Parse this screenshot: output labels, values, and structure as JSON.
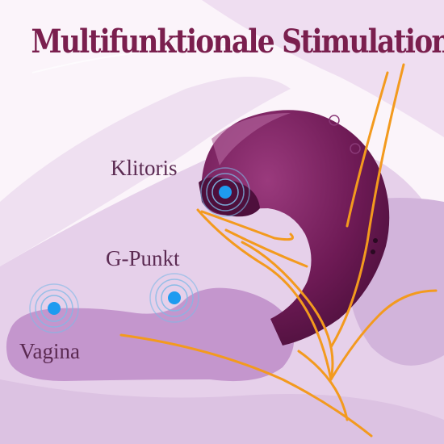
{
  "title": "Multifunktionale Stimulation",
  "labels": {
    "klitoris": "Klitoris",
    "g_punkt": "G-Punkt",
    "vagina": "Vagina"
  },
  "colors": {
    "title": "#7a1f4e",
    "label": "#5b2a52",
    "device": "#6e1a55",
    "anatomy_line": "#f39a1e",
    "marker": "#1e9bf0",
    "background": "#fbf4fa"
  },
  "icons": {
    "marker": "pulse-circle-icon",
    "device": "stimulator-device-icon"
  }
}
